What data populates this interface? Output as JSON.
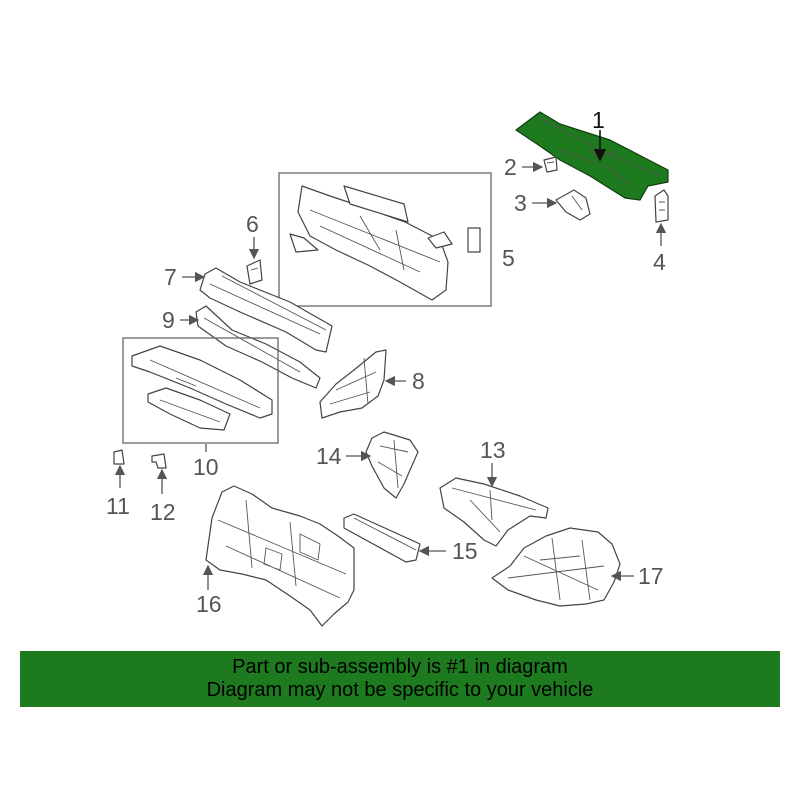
{
  "colors": {
    "highlight": "#1e7a1e",
    "banner_bg": "#1e7a1e",
    "line": "#444444",
    "callout_text": "#555555"
  },
  "callouts": {
    "c1": "1",
    "c2": "2",
    "c3": "3",
    "c4": "4",
    "c5": "5",
    "c6": "6",
    "c7": "7",
    "c8": "8",
    "c9": "9",
    "c10": "10",
    "c11": "11",
    "c12": "12",
    "c13": "13",
    "c14": "14",
    "c15": "15",
    "c16": "16",
    "c17": "17"
  },
  "banner": {
    "line1": "Part or sub-assembly is #1 in diagram",
    "line2": "Diagram may not be specific to your vehicle"
  }
}
